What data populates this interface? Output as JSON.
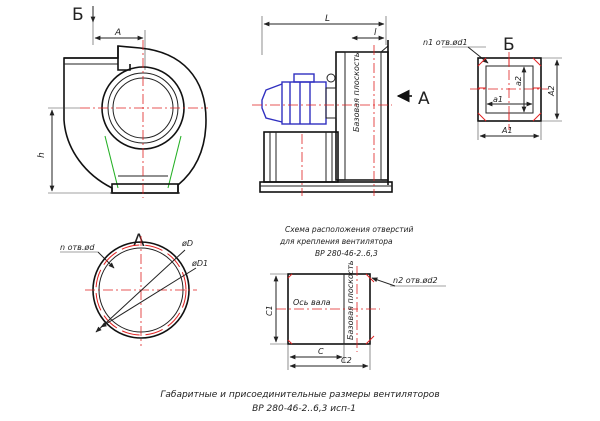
{
  "views": {
    "front": {
      "view_marker": "Б",
      "dim_width": "A",
      "dim_height": "h"
    },
    "side": {
      "dim_total_length": "L",
      "dim_outlet_length": "l",
      "base_plane_label": "Базовая плоскость",
      "view_arrow": "А"
    },
    "outlet_flange": {
      "title": "Б",
      "holes": "n1 отв.ød1",
      "dim_a1": "a1",
      "dim_a2": "a2",
      "dim_A1": "A1",
      "dim_A2": "A2"
    },
    "inlet_flange": {
      "title": "А",
      "holes": "n отв.ød",
      "dim_D": "øD",
      "dim_D1": "øD1"
    },
    "mount_scheme": {
      "caption_line1": "Схема расположения отверстий",
      "caption_line2": "для крепления вентилятора",
      "caption_line3": "ВР 280-46-2..6,3",
      "holes": "n2 отв.ød2",
      "shaft_axis": "Ось вала",
      "base_plane_label": "Базовая плоскость",
      "dim_C": "C",
      "dim_C1": "C1",
      "dim_C2": "C2"
    }
  },
  "footer": {
    "line1": "Габаритные и присоединительные размеры вентиляторов",
    "line2": "ВР 280-46-2..6,3 исп-1"
  },
  "colors": {
    "line": "#222222",
    "axis": "#e02020",
    "motor": "#3030c0",
    "cone": "#22b022"
  }
}
